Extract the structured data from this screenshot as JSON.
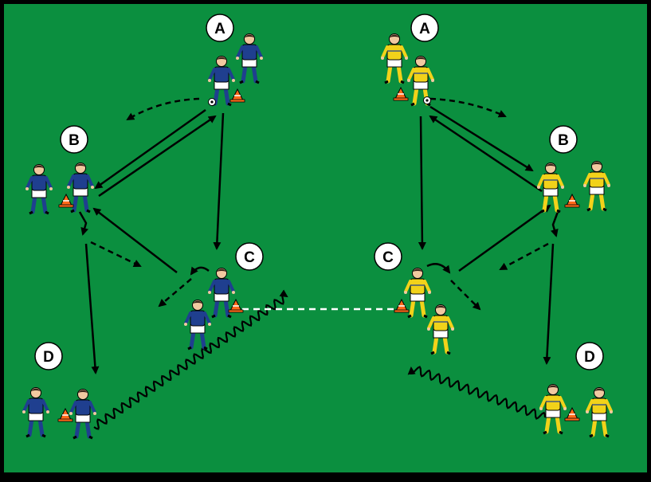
{
  "pitch": {
    "field_color": "#0b8f3f",
    "border_color": "#000000",
    "line_color": "#000000",
    "dashed_pass_color": "#000000",
    "link_line_color": "#ffffff"
  },
  "teams": {
    "blue": {
      "shirt": "#1f3f8f",
      "shorts": "#ffffff",
      "skin": "#f1c9a0"
    },
    "yellow": {
      "shirt": "#f2d21a",
      "shorts": "#ffffff",
      "skin": "#f1c9a0",
      "trim": "#1f3f8f"
    }
  },
  "cone_color": "#ff6a1a",
  "labels": {
    "left": {
      "a": "A",
      "b": "B",
      "c": "C",
      "d": "D"
    },
    "right": {
      "a": "A",
      "b": "B",
      "c": "C",
      "d": "D"
    }
  }
}
